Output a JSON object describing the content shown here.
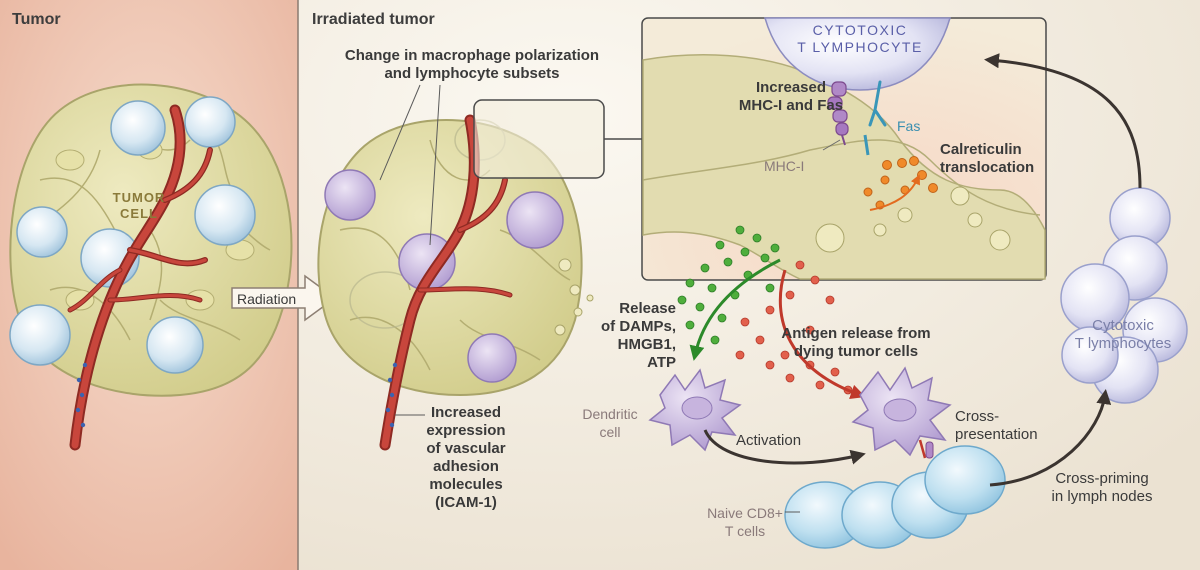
{
  "panels": {
    "left_title": "Tumor",
    "right_title": "Irradiated tumor"
  },
  "labels": {
    "tumor_cell": [
      "TUMOR",
      "CELL"
    ],
    "radiation": "Radiation",
    "macrophage_change": [
      "Change in macrophage polarization",
      "and lymphocyte subsets"
    ],
    "adhesion": [
      "Increased",
      "expression",
      "of vascular",
      "adhesion",
      "molecules",
      "(ICAM-1)"
    ],
    "ctl_top": [
      "CYTOTOXIC",
      "T LYMPHOCYTE"
    ],
    "mhc_fas": [
      "Increased",
      "MHC-I and Fas"
    ],
    "fas": "Fas",
    "mhc": "MHC-I",
    "calreticulin": [
      "Calreticulin",
      "translocation"
    ],
    "damps": [
      "Release",
      "of DAMPs,",
      "HMGB1,",
      "ATP"
    ],
    "antigen_release": [
      "Antigen release from",
      "dying tumor cells"
    ],
    "dendritic": [
      "Dendritic",
      "cell"
    ],
    "activation": "Activation",
    "cross_presentation": [
      "Cross-",
      "presentation"
    ],
    "naive_cd8": [
      "Naive CD8+",
      "T cells"
    ],
    "cross_priming": [
      "Cross-priming",
      "in lymph nodes"
    ],
    "ctl_cluster": [
      "Cytotoxic",
      "T lymphocytes"
    ]
  },
  "colors": {
    "left_bg": "#f0c8b6",
    "right_bg": "#f6f1e7",
    "tumor_cell": "#ddd89e",
    "vessel": "#b5372f",
    "macrophage": "#c6b6dc",
    "lymphocyte": "#cfe2ef",
    "damp": "#46a63a",
    "antigen": "#d9503d",
    "calreticulin": "#ee8a2a"
  }
}
